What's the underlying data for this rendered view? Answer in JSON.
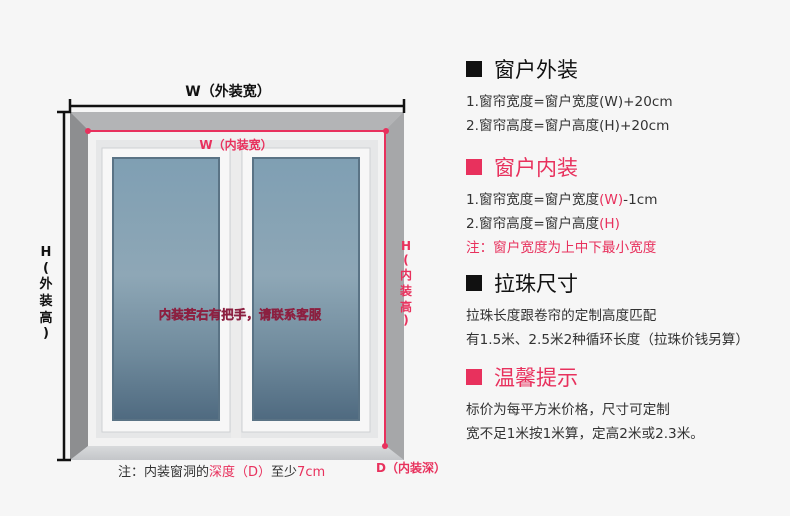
{
  "figure": {
    "outer_width_label": "W（外装宽）",
    "inner_width_label": "W（内装宽）",
    "outer_height_label": [
      "H",
      "(",
      "外",
      "装",
      "高",
      ")"
    ],
    "inner_height_label": [
      "H",
      "(",
      "内",
      "装",
      "高",
      ")"
    ],
    "handle_note": "内装若右有把手，请联系客服",
    "depth_label": "D（内装深）",
    "bottom_note": {
      "prefix": "注：内装窗洞的",
      "depth_word": "深度（D）",
      "middle": "至少",
      "min_value": "7cm"
    }
  },
  "sections": {
    "outside": {
      "title": "窗户外装",
      "lines": [
        "1.窗帘宽度=窗户宽度(W)+20cm",
        "2.窗帘高度=窗户高度(H)+20cm"
      ]
    },
    "inside": {
      "title": "窗户内装",
      "line1_prefix": "1.窗帘宽度=窗户宽度",
      "line1_hl": "(W)",
      "line1_suffix": "-1cm",
      "line2_prefix": "2.窗帘高度=窗户高度",
      "line2_hl": "(H)",
      "note": "注：窗户宽度为上中下最小宽度"
    },
    "bead": {
      "title": "拉珠尺寸",
      "lines": [
        "拉珠长度跟卷帘的定制高度匹配",
        "有1.5米、2.5米2种循环长度（拉珠价钱另算）"
      ]
    },
    "tips": {
      "title": "温馨提示",
      "lines": [
        "标价为每平方米价格，尺寸可定制",
        "宽不足1米按1米算，定高2米或2.3米。"
      ]
    }
  },
  "colors": {
    "accent": "#e8315d",
    "text": "#333333",
    "heading": "#111111",
    "background": "#f6f6f6"
  }
}
